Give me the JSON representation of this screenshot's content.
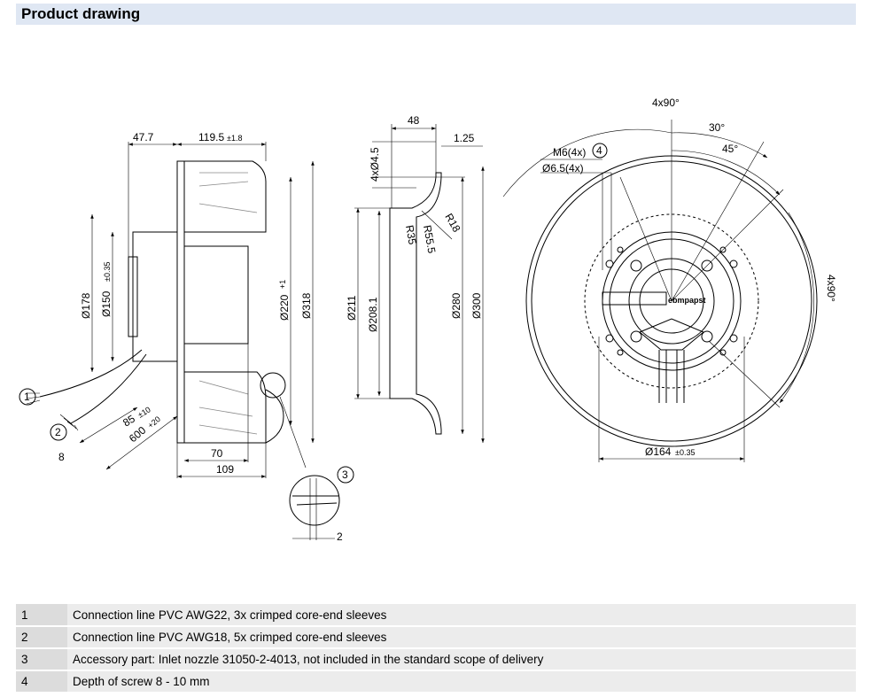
{
  "header": {
    "title": "Product drawing"
  },
  "dimensions": {
    "side_view": {
      "d47_7": "47.7",
      "d119_5": "119.5",
      "d119_5_tol": "±1.8",
      "d178": "Ø178",
      "d150": "Ø150",
      "d150_tol": "±0.35",
      "d220": "Ø220",
      "d220_tol": "+1",
      "d318": "Ø318",
      "d70": "70",
      "d109": "109",
      "d85": "85",
      "d85_tol": "±10",
      "d600": "600",
      "d600_tol": "+20",
      "d8": "8",
      "d2": "2"
    },
    "nozzle_view": {
      "d48": "48",
      "d1_25": "1.25",
      "d4x4_5": "4xØ4.5",
      "r18": "R18",
      "r55_5": "R55.5",
      "r35": "R35",
      "d211": "Ø211",
      "d208_1": "Ø208.1",
      "d280": "Ø280",
      "d300": "Ø300"
    },
    "front_view": {
      "a4x90_top": "4x90°",
      "a30": "30°",
      "a45": "45°",
      "m6": "M6(4x)",
      "d6_5": "Ø6.5(4x)",
      "a4x90_right": "4x90°",
      "d164": "Ø164",
      "d164_tol": "±0.35",
      "brand": "ebmpapst"
    },
    "callouts": [
      "1",
      "2",
      "3",
      "4"
    ]
  },
  "legend": [
    {
      "num": "1",
      "text": "Connection line PVC AWG22, 3x crimped core-end sleeves"
    },
    {
      "num": "2",
      "text": "Connection line PVC AWG18, 5x crimped core-end sleeves"
    },
    {
      "num": "3",
      "text": "Accessory part: Inlet nozzle 31050-2-4013, not included in the standard scope of delivery"
    },
    {
      "num": "4",
      "text": "Depth of screw 8 - 10 mm"
    }
  ]
}
